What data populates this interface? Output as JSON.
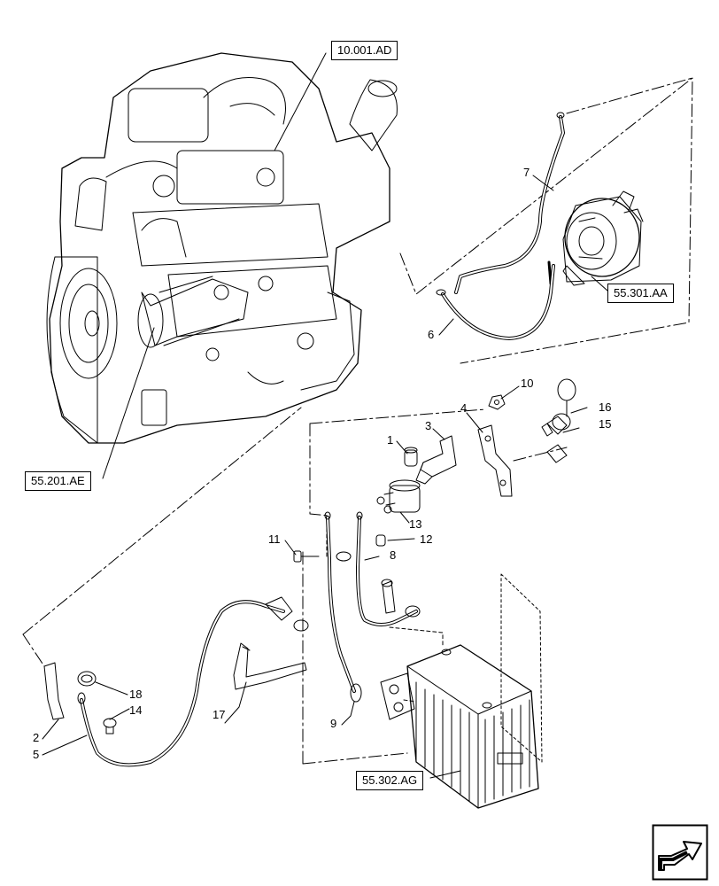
{
  "reference_boxes": {
    "engine": "10.001.AD",
    "alternator": "55.301.AA",
    "starter": "55.201.AE",
    "battery": "55.302.AG"
  },
  "callouts": {
    "c1": "1",
    "c2": "2",
    "c3": "3",
    "c4": "4",
    "c5": "5",
    "c6": "6",
    "c7": "7",
    "c8": "8",
    "c9": "9",
    "c10": "10",
    "c11": "11",
    "c12": "12",
    "c13": "13",
    "c14": "14",
    "c15": "15",
    "c16": "16",
    "c17": "17",
    "c18": "18"
  },
  "nav_icon": "next-page-arrow-icon",
  "colors": {
    "line": "#000000",
    "background": "#ffffff"
  }
}
